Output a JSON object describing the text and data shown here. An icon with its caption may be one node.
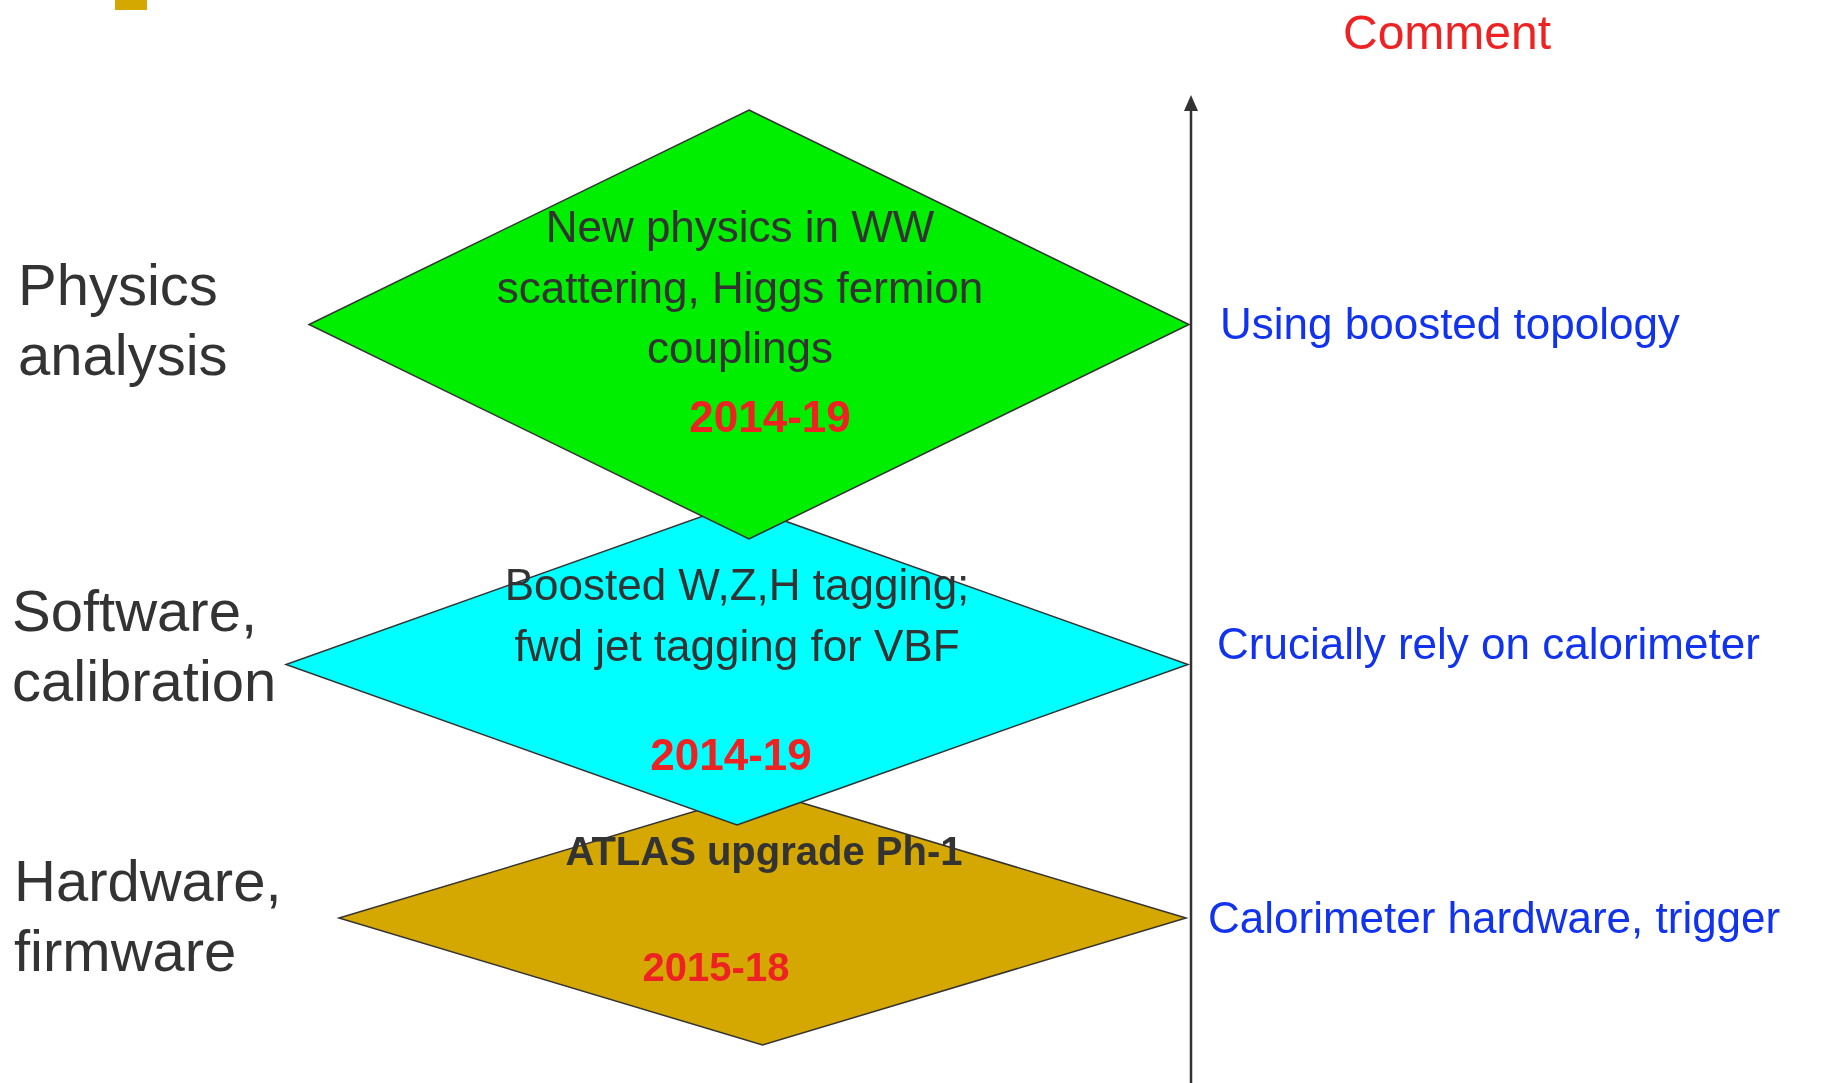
{
  "diagram": {
    "nodes": [
      {
        "text": [
          "New physics in WW scattering, Higgs fermion couplings",
          "2014-19"
        ]
      },
      {
        "text": [
          "Boosted W,Z,H tagging; fwd jet tagging for VBF",
          "2014-19"
        ]
      },
      {
        "text": [
          "ATLAS upgrade Ph-1",
          "2015-18"
        ]
      }
    ],
    "labels": [
      "Comment",
      "Physics analysis",
      "Using boosted topology",
      "Software, calibration",
      "Crucially rely on calorimeter",
      "Hardware, firmware",
      "Calorimeter hardware, trigger"
    ]
  }
}
